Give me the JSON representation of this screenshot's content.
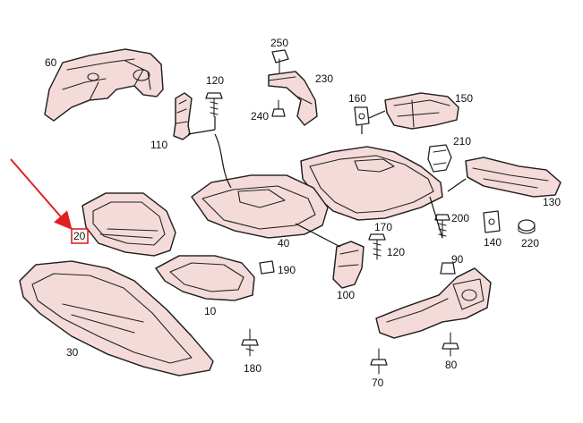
{
  "diagram": {
    "callouts": [
      {
        "id": "c20",
        "label": "20"
      },
      {
        "id": "c10",
        "label": "10"
      },
      {
        "id": "c30",
        "label": "30"
      },
      {
        "id": "c40",
        "label": "40"
      },
      {
        "id": "c60",
        "label": "60"
      },
      {
        "id": "c70",
        "label": "70"
      },
      {
        "id": "c80",
        "label": "80"
      },
      {
        "id": "c90",
        "label": "90"
      },
      {
        "id": "c100",
        "label": "100"
      },
      {
        "id": "c110",
        "label": "110"
      },
      {
        "id": "c120a",
        "label": "120"
      },
      {
        "id": "c120b",
        "label": "120"
      },
      {
        "id": "c130",
        "label": "130"
      },
      {
        "id": "c140",
        "label": "140"
      },
      {
        "id": "c150",
        "label": "150"
      },
      {
        "id": "c160",
        "label": "160"
      },
      {
        "id": "c170",
        "label": "170"
      },
      {
        "id": "c180",
        "label": "180"
      },
      {
        "id": "c190",
        "label": "190"
      },
      {
        "id": "c200",
        "label": "200"
      },
      {
        "id": "c210",
        "label": "210"
      },
      {
        "id": "c220",
        "label": "220"
      },
      {
        "id": "c230",
        "label": "230"
      },
      {
        "id": "c240",
        "label": "240"
      },
      {
        "id": "c250",
        "label": "250"
      }
    ],
    "highlighted_callout": "20",
    "colors": {
      "line": "#222222",
      "part_tint": "#c0392b",
      "highlight": "#e02020",
      "background": "#ffffff"
    }
  }
}
